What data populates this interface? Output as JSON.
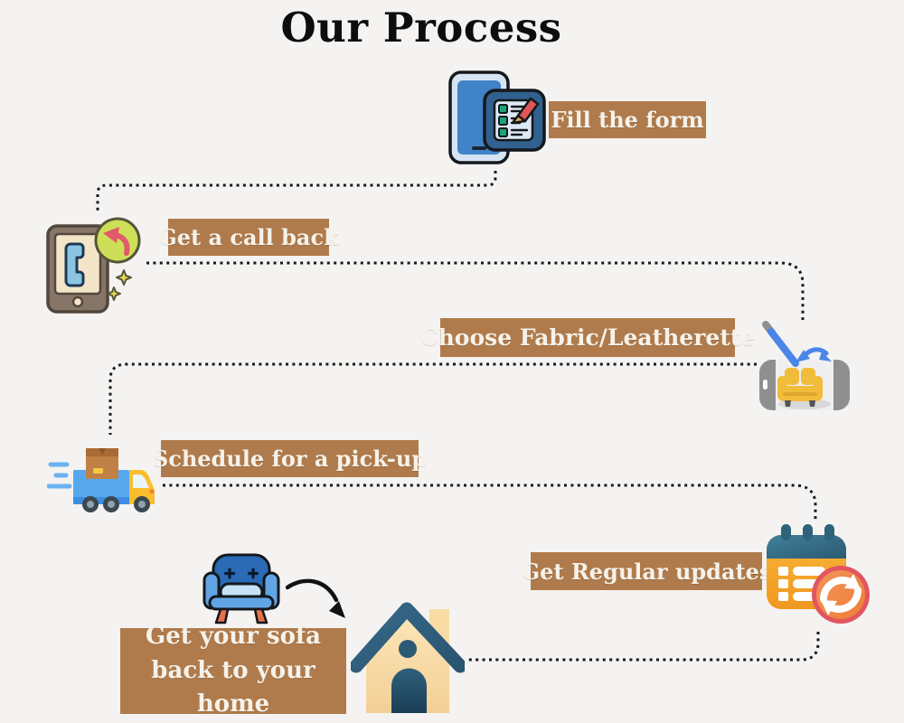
{
  "title": "Our Process",
  "steps": [
    {
      "label": "Fill the form",
      "icon": "phone-form-icon"
    },
    {
      "label": "Get a call back",
      "icon": "phone-callback-icon"
    },
    {
      "label": "Choose Fabric/Leatherette",
      "icon": "tablet-sofa-icon"
    },
    {
      "label": "Schedule for a pick-up",
      "icon": "delivery-truck-icon"
    },
    {
      "label": "Get Regular updates",
      "icon": "calendar-updates-icon"
    },
    {
      "label_line1": "Get your sofa",
      "label_line2": "back to your home",
      "icon": "sofa-arrow-house-icon"
    }
  ],
  "colors": {
    "background": "#f4f3f1",
    "label_background": "#b07b4c",
    "label_text": "#f6f2ea",
    "connector_dots": "#191919",
    "title_text": "#0d0d0d"
  }
}
